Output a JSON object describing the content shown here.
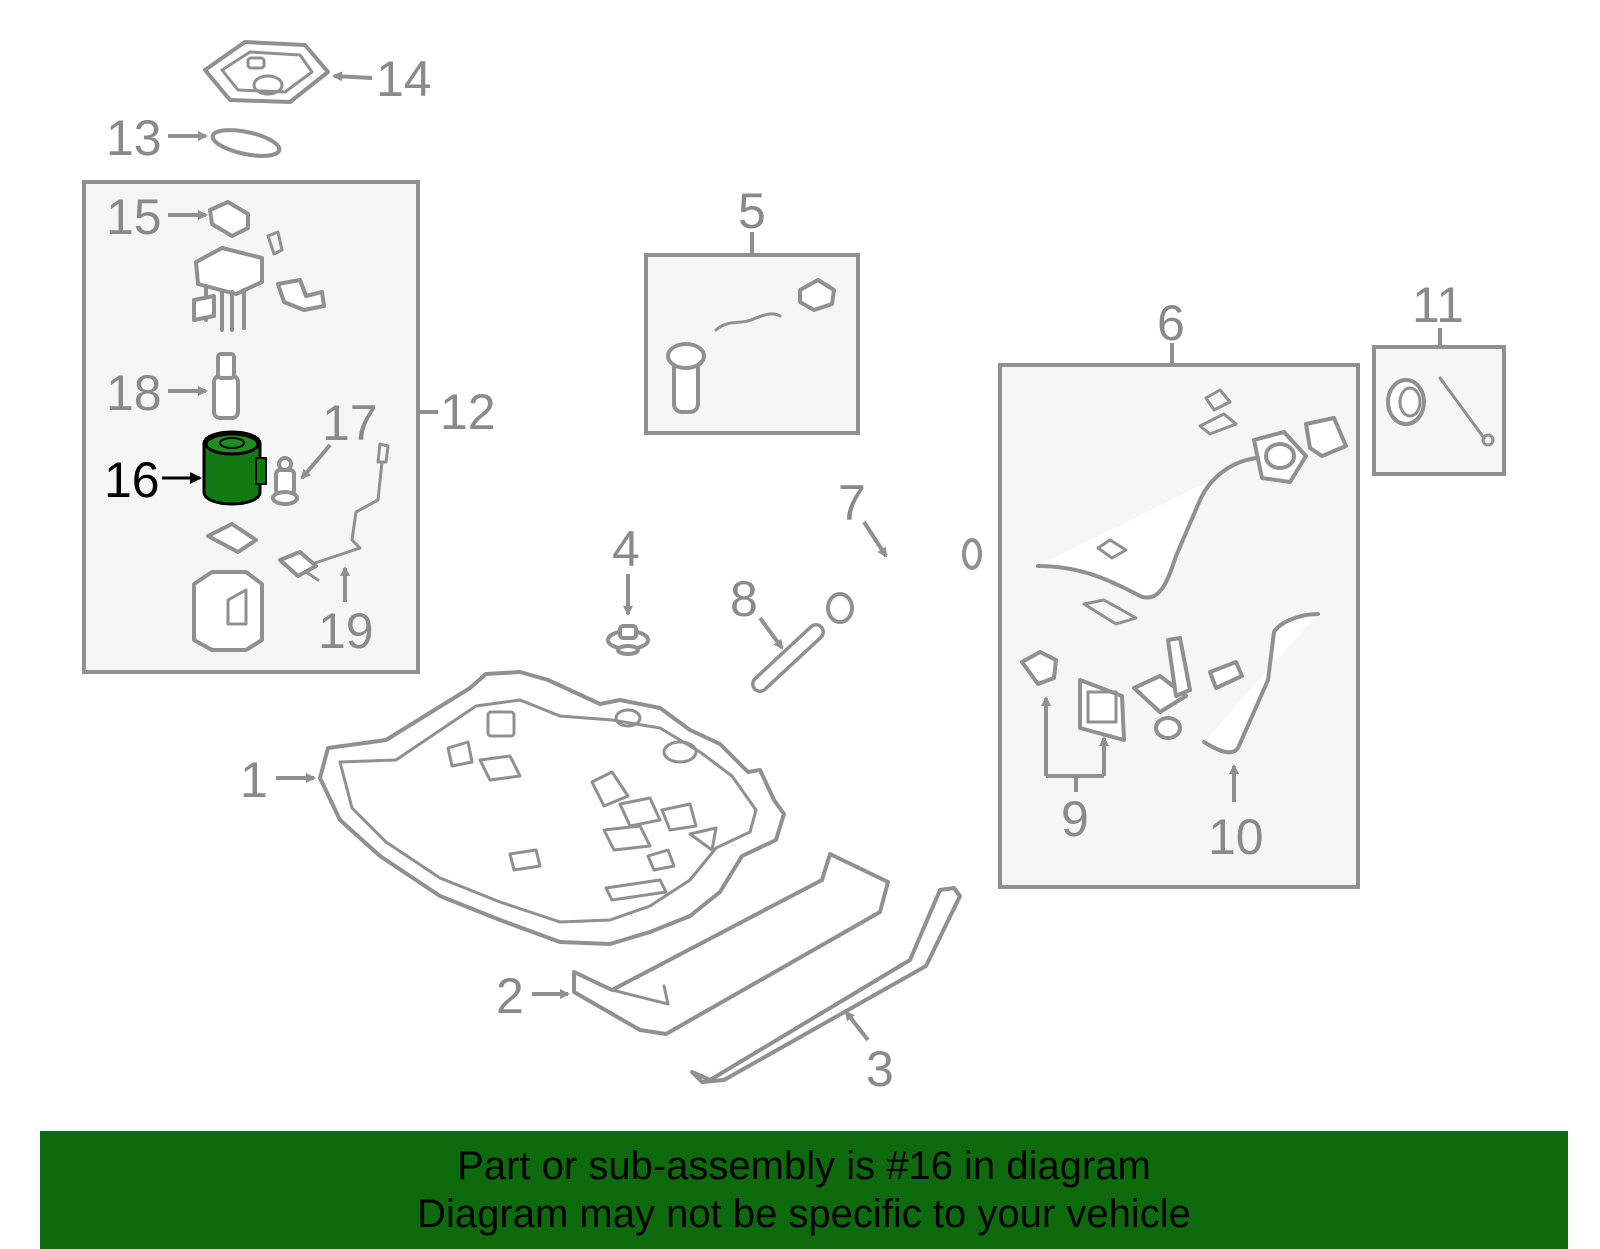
{
  "callouts": {
    "c1": "1",
    "c2": "2",
    "c3": "3",
    "c4": "4",
    "c5": "5",
    "c6": "6",
    "c7": "7",
    "c8": "8",
    "c9": "9",
    "c10": "10",
    "c11": "11",
    "c12": "12",
    "c13": "13",
    "c14": "14",
    "c15": "15",
    "c16": "16",
    "c17": "17",
    "c18": "18",
    "c19": "19"
  },
  "highlight": {
    "part": "16",
    "color": "#137a13"
  },
  "colors": {
    "line": "#909090",
    "box_fill": "#f6f6f6",
    "banner": "#0d6b0d"
  },
  "banner": {
    "line1": "Part or sub-assembly is #16 in diagram",
    "line2": "Diagram may not be specific to your vehicle"
  }
}
